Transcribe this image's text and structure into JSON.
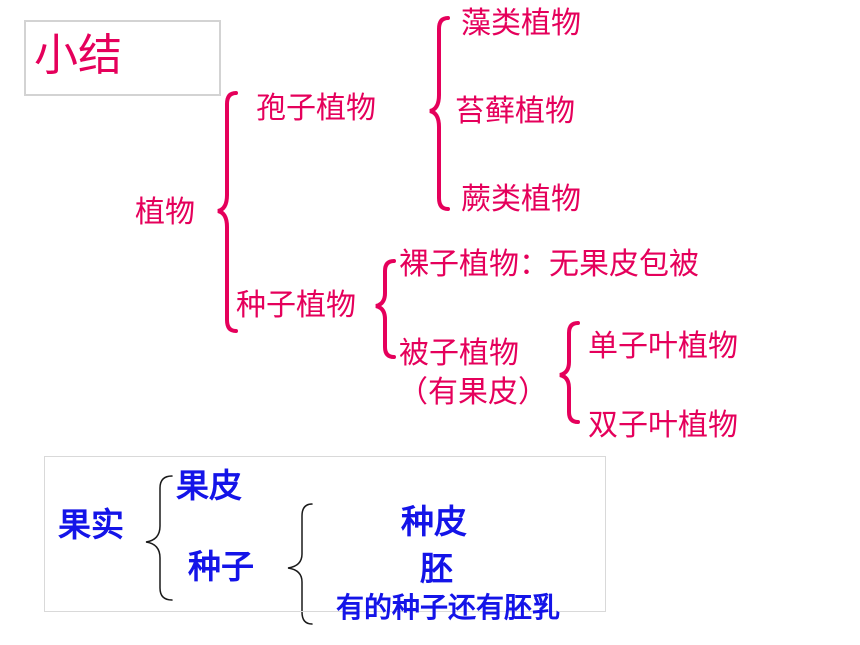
{
  "title": "小结",
  "tree": {
    "root": "植物",
    "spore": {
      "label": "孢子植物",
      "children": [
        "藻类植物",
        "苔藓植物",
        "蕨类植物"
      ]
    },
    "seed": {
      "label": "种子植物",
      "gymnosperm": "裸子植物：无果皮包被",
      "angiosperm_line1": "被子植物",
      "angiosperm_line2": "（有果皮）",
      "angiosperm_children": [
        "单子叶植物",
        "双子叶植物"
      ]
    }
  },
  "fruit": {
    "root": "果实",
    "peel": "果皮",
    "seed": "种子",
    "seed_parts": [
      "种皮",
      "胚",
      "有的种子还有胚乳"
    ]
  },
  "colors": {
    "pink": "#e5005b",
    "blue": "#1414e8",
    "box_border": "#d9d9d9"
  }
}
